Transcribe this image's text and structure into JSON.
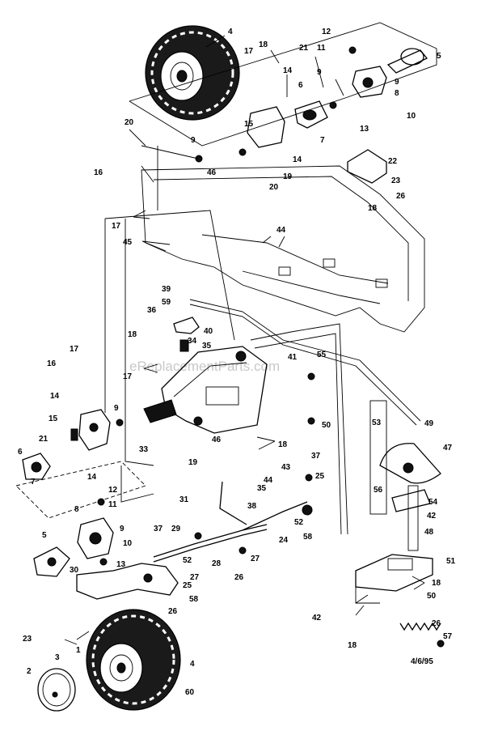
{
  "diagram": {
    "watermark": "eReplacementParts.com",
    "signature": "4/6/95",
    "callouts": [
      {
        "id": "c1",
        "text": "4"
      },
      {
        "id": "c2",
        "text": "18"
      },
      {
        "id": "c3",
        "text": "17"
      },
      {
        "id": "c4",
        "text": "12"
      },
      {
        "id": "c5",
        "text": "11"
      },
      {
        "id": "c6",
        "text": "5"
      },
      {
        "id": "c7",
        "text": "21"
      },
      {
        "id": "c8",
        "text": "14"
      },
      {
        "id": "c9",
        "text": "6"
      },
      {
        "id": "c10",
        "text": "9"
      },
      {
        "id": "c11",
        "text": "9"
      },
      {
        "id": "c12",
        "text": "8"
      },
      {
        "id": "c13",
        "text": "10"
      },
      {
        "id": "c14",
        "text": "15"
      },
      {
        "id": "c15",
        "text": "13"
      },
      {
        "id": "c16",
        "text": "20"
      },
      {
        "id": "c17",
        "text": "9"
      },
      {
        "id": "c18",
        "text": "7"
      },
      {
        "id": "c19",
        "text": "14"
      },
      {
        "id": "c20",
        "text": "22"
      },
      {
        "id": "c21",
        "text": "16"
      },
      {
        "id": "c22",
        "text": "46"
      },
      {
        "id": "c23",
        "text": "19"
      },
      {
        "id": "c24",
        "text": "23"
      },
      {
        "id": "c25",
        "text": "20"
      },
      {
        "id": "c26",
        "text": "26"
      },
      {
        "id": "c27",
        "text": "17"
      },
      {
        "id": "c28",
        "text": "18"
      },
      {
        "id": "c29",
        "text": "44"
      },
      {
        "id": "c30",
        "text": "45"
      },
      {
        "id": "c31",
        "text": "39"
      },
      {
        "id": "c32",
        "text": "59"
      },
      {
        "id": "c33",
        "text": "36"
      },
      {
        "id": "c34",
        "text": "40"
      },
      {
        "id": "c35",
        "text": "18"
      },
      {
        "id": "c36",
        "text": "34"
      },
      {
        "id": "c37",
        "text": "35"
      },
      {
        "id": "c38",
        "text": "17"
      },
      {
        "id": "c39",
        "text": "41"
      },
      {
        "id": "c40",
        "text": "55"
      },
      {
        "id": "c41",
        "text": "16"
      },
      {
        "id": "c42",
        "text": "17"
      },
      {
        "id": "c43",
        "text": "14"
      },
      {
        "id": "c44",
        "text": "9"
      },
      {
        "id": "c45",
        "text": "15"
      },
      {
        "id": "c46",
        "text": "50"
      },
      {
        "id": "c47",
        "text": "53"
      },
      {
        "id": "c48",
        "text": "49"
      },
      {
        "id": "c49",
        "text": "6"
      },
      {
        "id": "c50",
        "text": "21"
      },
      {
        "id": "c51",
        "text": "46"
      },
      {
        "id": "c52",
        "text": "33"
      },
      {
        "id": "c53",
        "text": "18"
      },
      {
        "id": "c54",
        "text": "47"
      },
      {
        "id": "c55",
        "text": "7"
      },
      {
        "id": "c56",
        "text": "19"
      },
      {
        "id": "c57",
        "text": "43"
      },
      {
        "id": "c58",
        "text": "37"
      },
      {
        "id": "c59",
        "text": "14"
      },
      {
        "id": "c60",
        "text": "25"
      },
      {
        "id": "c61",
        "text": "44"
      },
      {
        "id": "c62",
        "text": "56"
      },
      {
        "id": "c63",
        "text": "54"
      },
      {
        "id": "c64",
        "text": "12"
      },
      {
        "id": "c65",
        "text": "35"
      },
      {
        "id": "c66",
        "text": "42"
      },
      {
        "id": "c67",
        "text": "11"
      },
      {
        "id": "c68",
        "text": "31"
      },
      {
        "id": "c69",
        "text": "38"
      },
      {
        "id": "c70",
        "text": "52"
      },
      {
        "id": "c71",
        "text": "8"
      },
      {
        "id": "c72",
        "text": "9"
      },
      {
        "id": "c73",
        "text": "58"
      },
      {
        "id": "c74",
        "text": "37"
      },
      {
        "id": "c75",
        "text": "29"
      },
      {
        "id": "c76",
        "text": "48"
      },
      {
        "id": "c77",
        "text": "5"
      },
      {
        "id": "c78",
        "text": "10"
      },
      {
        "id": "c79",
        "text": "24"
      },
      {
        "id": "c80",
        "text": "13"
      },
      {
        "id": "c81",
        "text": "52"
      },
      {
        "id": "c82",
        "text": "28"
      },
      {
        "id": "c83",
        "text": "27"
      },
      {
        "id": "c84",
        "text": "51"
      },
      {
        "id": "c85",
        "text": "30"
      },
      {
        "id": "c86",
        "text": "27"
      },
      {
        "id": "c87",
        "text": "25"
      },
      {
        "id": "c88",
        "text": "26"
      },
      {
        "id": "c89",
        "text": "18"
      },
      {
        "id": "c90",
        "text": "50"
      },
      {
        "id": "c91",
        "text": "58"
      },
      {
        "id": "c92",
        "text": "26"
      },
      {
        "id": "c93",
        "text": "42"
      },
      {
        "id": "c94",
        "text": "23"
      },
      {
        "id": "c95",
        "text": "26"
      },
      {
        "id": "c96",
        "text": "3"
      },
      {
        "id": "c97",
        "text": "1"
      },
      {
        "id": "c98",
        "text": "4"
      },
      {
        "id": "c99",
        "text": "2"
      },
      {
        "id": "c100",
        "text": "60"
      },
      {
        "id": "c101",
        "text": "18"
      },
      {
        "id": "c102",
        "text": "57"
      }
    ]
  }
}
